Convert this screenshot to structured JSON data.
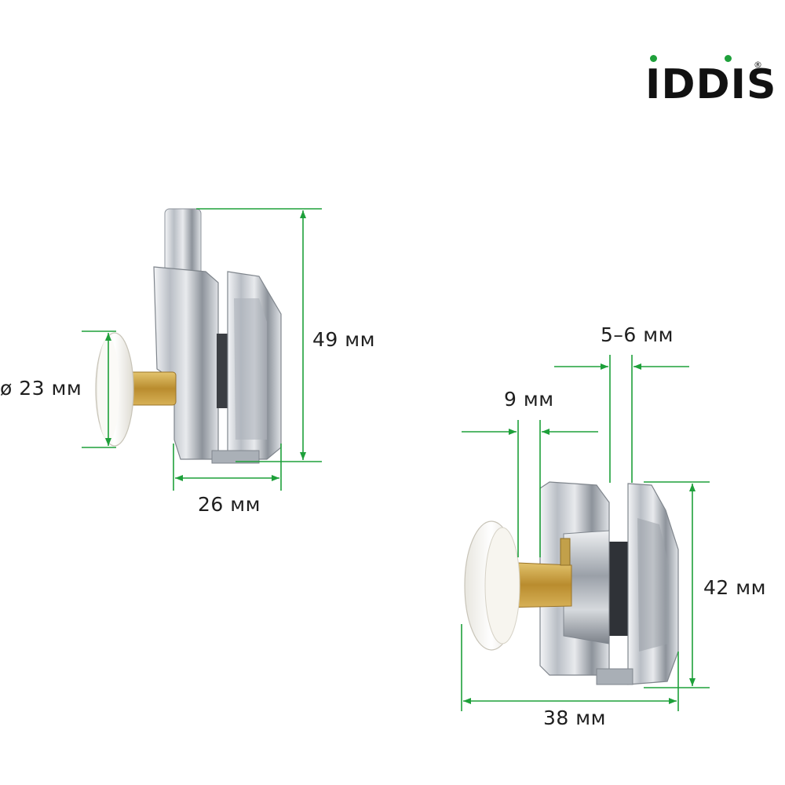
{
  "brand": {
    "logo_text": "IDDIS",
    "registered_mark": "®",
    "accent_color": "#1ea03a"
  },
  "dimensions": {
    "roller_diameter": "ø 23 мм",
    "height_upper": "49 мм",
    "width_upper": "26 мм",
    "glass_thickness": "5–6 мм",
    "gap": "9 мм",
    "height_lower": "42 мм",
    "width_lower": "38 мм"
  },
  "colors": {
    "dimension_line": "#1ea03a",
    "label_text": "#1f1f1f",
    "chrome": "#c9cdd2",
    "roller": "#f4f2ec",
    "brass": "#c9a24a"
  }
}
